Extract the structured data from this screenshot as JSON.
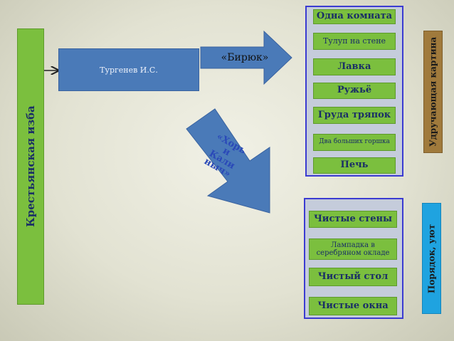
{
  "left_bar": {
    "label": "Крестьянская изба",
    "color": "#7bbf3e"
  },
  "author_box": {
    "label": "Тургенев И.С.",
    "color": "#4a7ab8"
  },
  "arrow_biryuk": {
    "label": "«Бирюк»"
  },
  "arrow_khor": {
    "label": "«Хорь\nи\nКали\nныч»"
  },
  "top_group": {
    "items": [
      "Одна комната",
      "Тулуп на стене",
      "Лавка",
      "Ружьё",
      "Груда тряпок",
      "Два больших горшка",
      "Печь"
    ]
  },
  "bottom_group": {
    "items": [
      "Чистые стены",
      "Лампадка в серебряном окладе",
      "Чистый стол",
      "Чистые окна"
    ]
  },
  "right_top_label": {
    "label": "Удручающая картина",
    "color": "#a07a3c"
  },
  "right_bottom_label": {
    "label": "Порядок, уют",
    "color": "#1fa3e0"
  }
}
